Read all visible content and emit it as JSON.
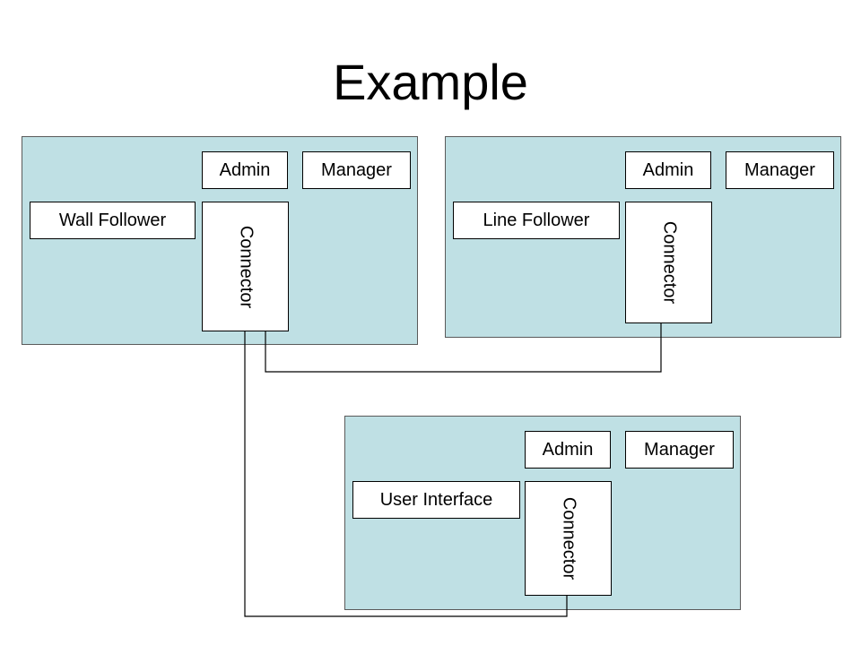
{
  "title": "Example",
  "nodes": {
    "wall": {
      "admin": "Admin",
      "manager": "Manager",
      "module": "Wall Follower",
      "connector": "Connector"
    },
    "line": {
      "admin": "Admin",
      "manager": "Manager",
      "module": "Line Follower",
      "connector": "Connector"
    },
    "ui": {
      "admin": "Admin",
      "manager": "Manager",
      "module": "User Interface",
      "connector": "Connector"
    }
  }
}
